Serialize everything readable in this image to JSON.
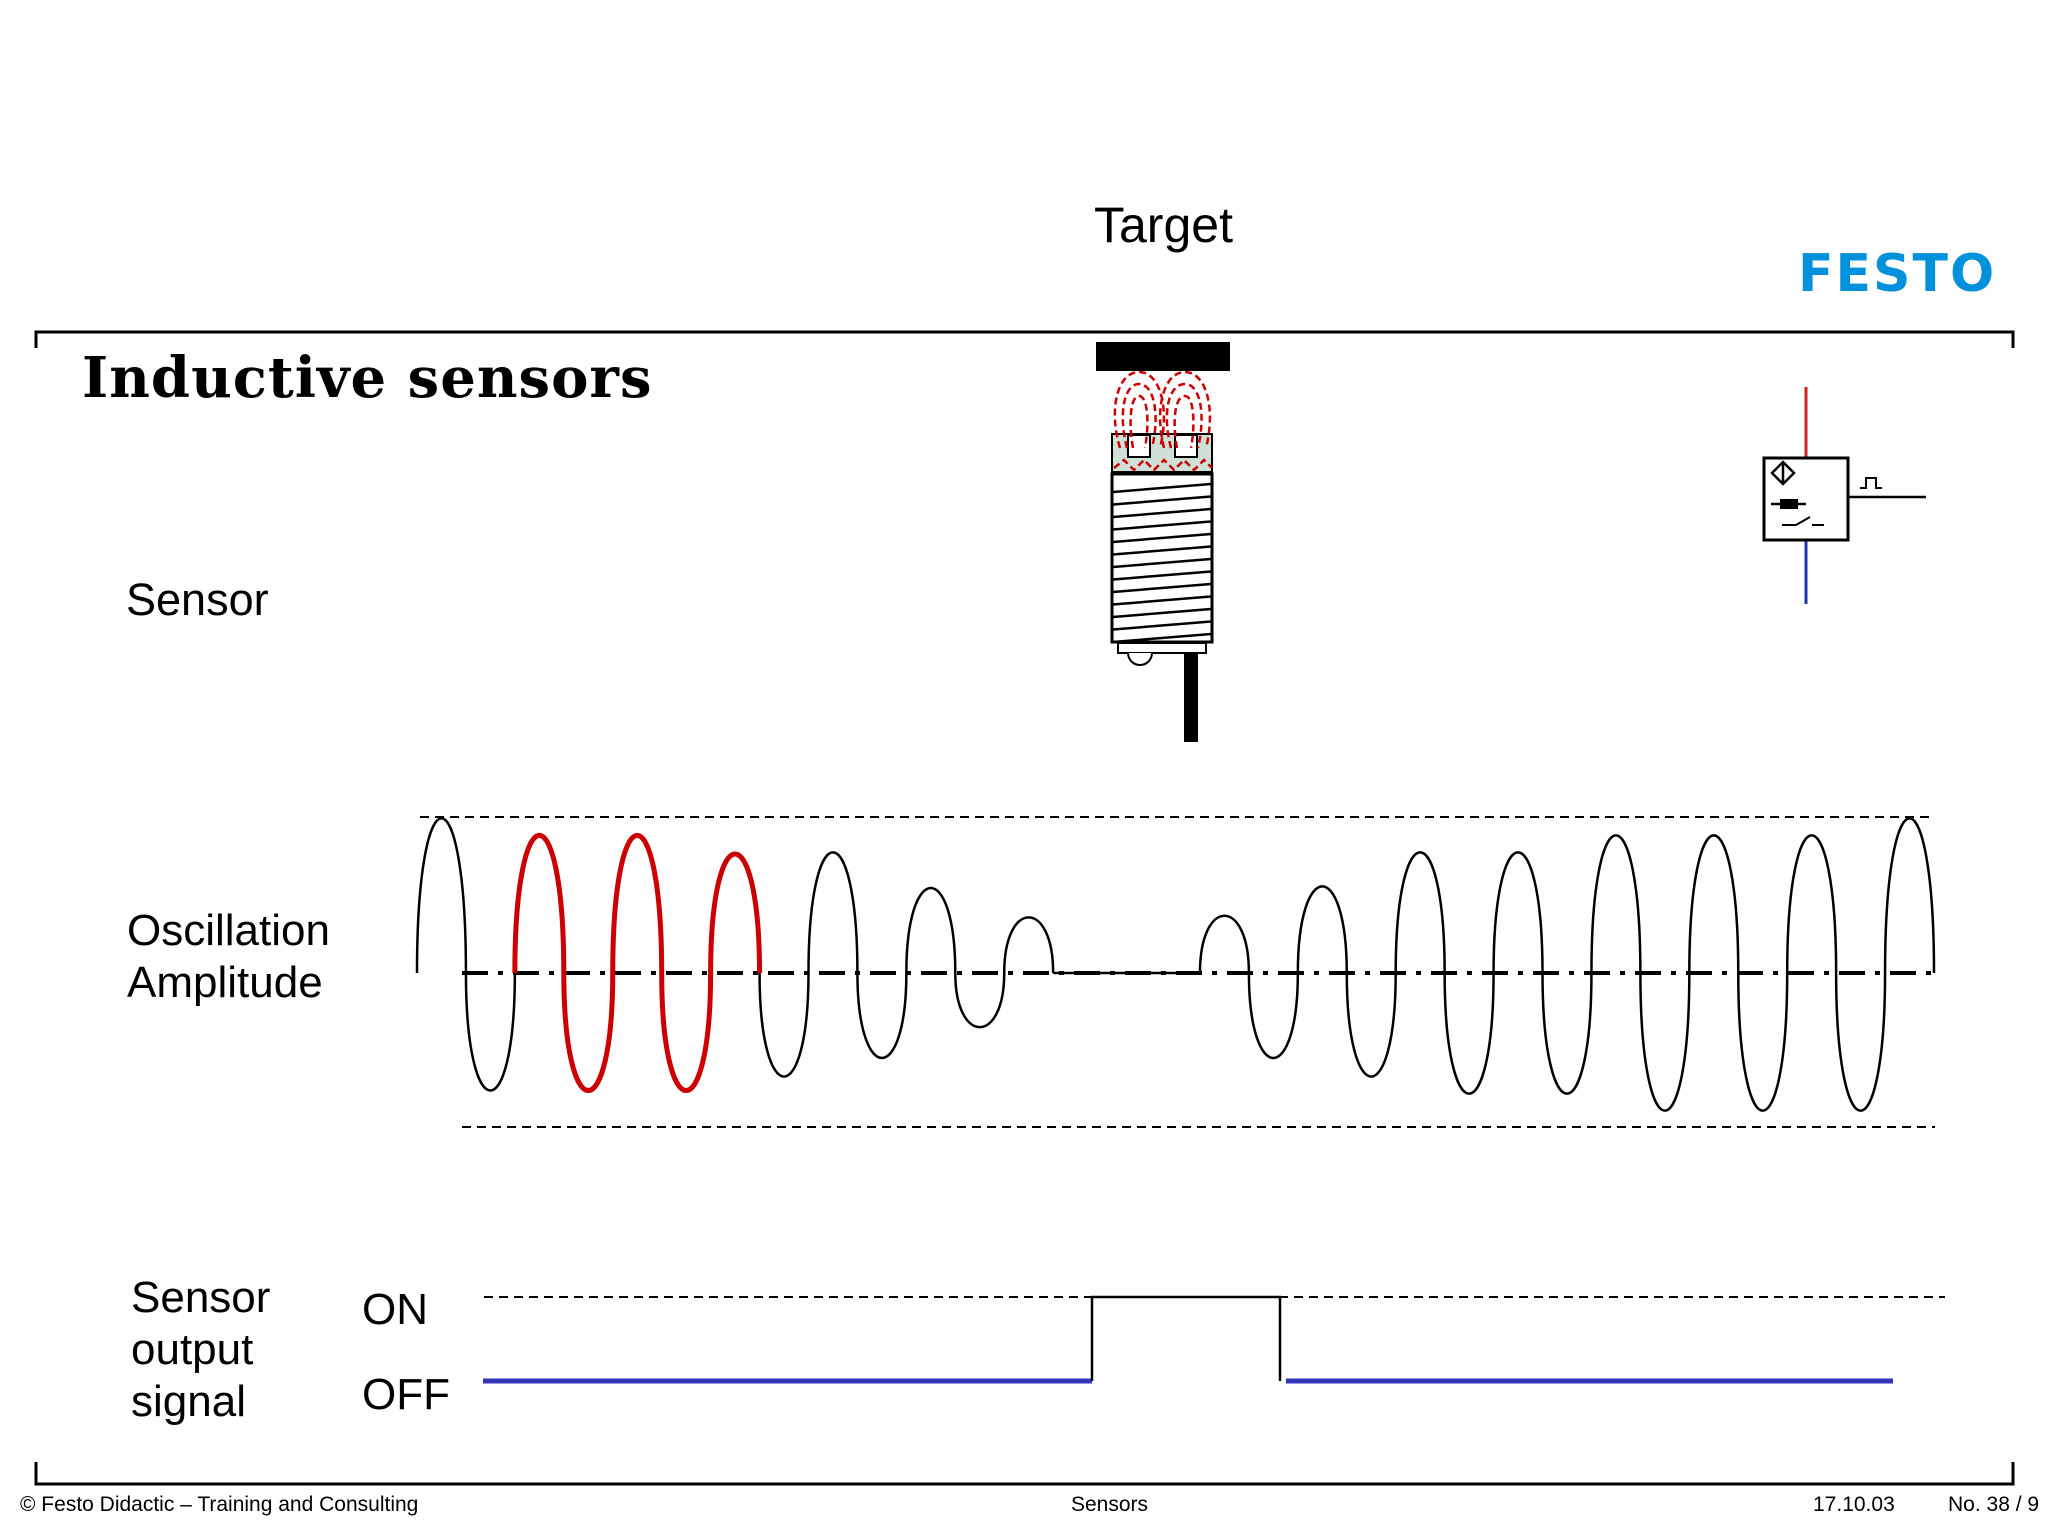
{
  "header": {
    "title": "Inductive sensors",
    "logo_text": "FESTO",
    "logo_color": "#0091dc"
  },
  "labels": {
    "target": "Target",
    "sensor": "Sensor",
    "oscillation_line1": "Oscillation",
    "oscillation_line2": "Amplitude",
    "output_line1": "Sensor",
    "output_line2": "output",
    "output_line3": "signal",
    "on": "ON",
    "off": "OFF"
  },
  "footer": {
    "copyright": "© Festo Didactic – Training and Consulting",
    "topic": "Sensors",
    "date": "17.10.03",
    "page": "No. 38 / 9"
  },
  "colors": {
    "oscillation_normal": "#000000",
    "oscillation_highlight": "#cc0000",
    "output_off_line": "#3333bb",
    "field_lines": "#cc0000",
    "symbol_brown_wire": "#cc2222",
    "symbol_blue_wire": "#2233aa"
  },
  "oscillation": {
    "half_wave_amplitudes": [
      1.0,
      0.76,
      0.89,
      0.76,
      0.89,
      0.76,
      0.77,
      0.67,
      0.78,
      0.55,
      0.55,
      0.35,
      0.36,
      0.0,
      0.0,
      0.0,
      0.37,
      0.55,
      0.56,
      0.67,
      0.78,
      0.78,
      0.78,
      0.78,
      0.89,
      0.89,
      0.89,
      0.89,
      0.89,
      0.89,
      1.0
    ],
    "highlighted_half_waves": [
      2,
      3,
      4,
      5,
      6
    ]
  },
  "output_signal": {
    "states": [
      "OFF",
      "ON",
      "OFF"
    ]
  },
  "icons": {
    "sensor_symbol": "inductive-proximity-switch-symbol",
    "sensor_drawing": "inductive-sensor-drawing"
  }
}
